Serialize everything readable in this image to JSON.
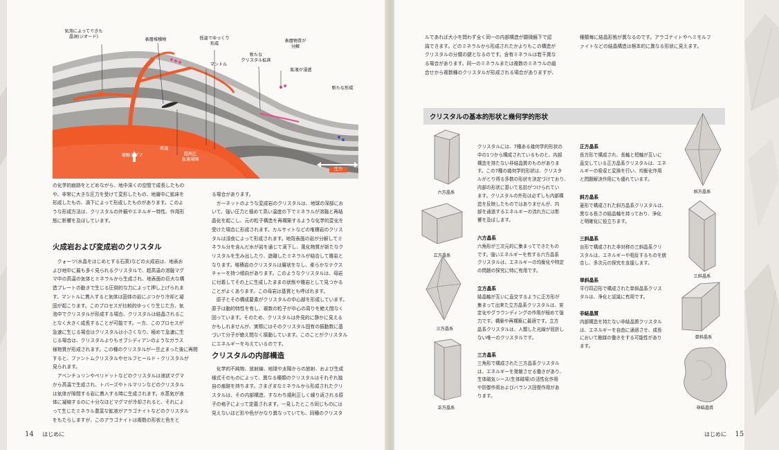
{
  "left_page": {
    "diagram": {
      "labels": {
        "geode": "気泡によってできた\n晶洞(ジオード)",
        "surface_deposit": "表層堆積物",
        "slow_cool": "低温でゆっくり\n形成",
        "surface_decomp": "表層物質が\n分解",
        "new_crystal": "新たな\nクリスタル拡床",
        "mantle": "マントル",
        "vein": "鉱液が浸透",
        "new_form": "新たな形成",
        "magma": "溶融マグマ",
        "high_temp": "高温",
        "ultra_high": "超高圧\n急速凝固",
        "pressure": "圧力"
      }
    },
    "col1_intro": "の化学的痕跡をとどめながら、地中深くの空間で成長したもの\nや、非常に大きな圧力を受けて変形したもの、地層中に鉱床を\n形成したもの、滴下によって形成したものがあります。このよ\nうな形成方法は、クリスタルの外観やエネルギー特性、作用形\n態に影響を及ぼしています。",
    "heading1": "火成岩および変成岩のクリスタル",
    "col1_body": "　クォーツ(水晶をはじめとする石英)などの火成岩は、地表お\nよび地中に最も多く見られるクリスタルで、超高温の溶融マグ\nマ中の高温の気体とミネラルから生成され、地表面の巨大な構\n造プレートの動きで生じる圧倒的な力によって押し上げられま\nす。マントルに貫入すると気体は固体の岩にぶつかり冷却と凝\n固が起こります。このプロセスが比較的ゆっくり生じた方、気\n泡中でクリスタルが形成する場合、クリスタルは結晶されるこ\nとなく大きく成長することが可能です。一方、このプロセスが\n急速に生じる場合はクリスタルは小さくなり、極めて急速に生\nじる場合は、クリスタルよりもオブシディアンのようなガラス\n様物質が形成されます。この種のクリスタルが一旦止まった後に再開\nすると、ファントムクリスタルやセルフヒールド・クリスタルが\n見られます。\n　アベンチュリンやペリドットなどのクリスタルは液状マグマ\nから高温で生成され、トパーズやトルマリンなどのクリスタル\nは気体が隙間する岩に貫入する時に生成されます。水蒸気が液\n体に凝縮するのに十分なほどマグマが冷却されると、それによ\nって生じたミネラル豊富な鉱液がアラゴナイトなどのクリスタル\nをもたらしますが、このアラゴナイトは複数の形状と色をと",
    "col2_body": "る場合があります。\n　ガーネットのような変成岩のクリスタルは、地球の深部にお\nいて、強い圧力と極めて高い温度の下でミネラルが溶融と再結\n晶化を起こし、元の粒子構造を再構築するような化学的変化を\n受けた場合に形成されます。カルサイトなどの堆積岩のクリス\nタルは浸食によって形成されます。地殻表面の岩が分解してミ\nネラル分を含んだ水が岩を通じて滴下し、風化物質が新たなク\nリスタルを生み出したり、遊離したミネラルが結合して雛岩と\nなります。堆積岩のクリスタルは層状をなし、柔らかなテクス\nチャーを持つ傾向があります。このようなクリスタルは、母岩\nに付着してその上に生成したままの状態や雛岩として見つかる\nことがよくあります。この母岩は基質とも呼ばれます。\n　原子とその構成要素がクリスタルの中心部を形成しています。\n原子は動的特性を有し、複数の粒子が中心の周りを絶え間なく\n回っています。そのため、クリスタルは外見的に静かに見える\nかもしれませんが、実際にはそのクリスタル固有の振動数に基\nづいて分子が絶え間なく振動しています。このことがクリスタル\nにエネルギーを与えているのです。",
    "heading2": "クリスタルの内部構造",
    "col2_body2": "　化学的不純物、放射線、地球や太陽からの放射、および生成\n様式そのものによって、異なる種類のクリスタルはそれぞれ独\n自の痕跡を持ちます。さまざまなミネラルから形成されたクリ\nスタルは、その内部構造、すなわち規則正しく繰り返される原\n子の格子によって定義されます。一見したところ同じものには\n見えないほど形や色がかなり異なっていても、同種のクリスタ",
    "folio_num": "14",
    "folio_label": "はじめに"
  },
  "right_page": {
    "top_col1": "ルであれば大小を問わず全く同一の内部構造が顕微鏡下で認\n識できます。どのミネラルから形成されたかよりもこの構造が\nクリスタルの分類の鍵となるのです。含有ミネラルは若干異な\nる場合があります。同一のミネラルまたは複数のミネラルの組\n合せから複数種のクリスタルが形成される場合がありますが、",
    "top_col2": "種類毎に結晶形態が異なるのです。アラゴナイトやヘミモルフ\nァイトなどの結晶構造は根本的に異なる形状に見えます。",
    "box_title": "クリスタルの基本的形状と幾何学的形状",
    "intro": "クリスタルには、7種ある幾何学的形状の\n中の1つから構成されているものと、内部\n構造を持たない非結晶質のものがありま\nす。この7種の幾何学的形状は、クリスタ\nルがとり得る多数の形状を決定づけており、\n内部の形状に基いて名前がつけられてい\nます。クリスタルの外形は必ずしも内部構\n造を反映したものではありませんが、内\n部を通過するエネルギーの流れ方には影\n響を及ぼします。",
    "systems_mid": [
      {
        "name": "六方晶系",
        "desc": "六角形が三次元的に集まってできたもの\nです。強いエネルギーを有する六方晶系\nクリスタルは、エネルギーの均衡化や特定\nの問題の探究に特に有用です。"
      },
      {
        "name": "立方晶系",
        "desc": "結晶軸が互いに直交するように正方形が\n集まって出来た立方晶系クリスタルは、安\n定化やグラウンディングの作用が極めて強\n力です。構築や再構築に最適です。立方\n晶系クリスタルは、人類した光線が屈折し\nない唯一のクリスタルです。"
      },
      {
        "name": "三方晶系",
        "desc": "三角形で構成された三方晶系クリスタル\nは、エネルギーを発散させる働きがあり、\n生体磁気シース(生体磁場)の活性化作用\nや防御作用およびバランス回復作用があ\nります。"
      }
    ],
    "systems_right": [
      {
        "name": "正方晶系",
        "desc": "長方形で構成され、長軸と短軸が互いに\n直交している正方晶系クリスタルは、エネ\nルギーの吸収と変換を行い、均衡化作用\nと問題解決作用にも優れています。"
      },
      {
        "name": "斜方晶系",
        "desc": "菱形で構成された斜方晶系クリスタルは、\n異なる長さの結晶軸を持っており、浄化\nと明確化に役立ちます。"
      },
      {
        "name": "三斜晶系",
        "desc": "台形で構成された非対称の三斜晶系クリ\nスタルは、エネルギーや相反するものを統\n合し、多次元の探究を支援します。"
      },
      {
        "name": "単斜晶系",
        "desc": "平行四辺形で構成された単斜晶系クリス\nタルは、浄化と認識に有用です。"
      },
      {
        "name": "非結晶質",
        "desc": "内部構造を持たない非結晶質クリスタル\nは、エネルギーを自由に通過させ、成長\nにおいて触媒の働きをする可能性があり\nます。"
      }
    ],
    "illus_labels": {
      "hexagonal": "六方晶系",
      "cubic": "立方晶系",
      "trigonal": "三方晶系",
      "tetragonal": "正方晶系",
      "orthorhombic": "斜方晶系",
      "triclinic": "三斜晶系",
      "monoclinic": "単斜晶系",
      "amorphous": "非結晶質"
    },
    "folio_label": "はじめに",
    "folio_num": "15"
  },
  "colors": {
    "magma": "#f05a28",
    "crystal_outline": "#7a7a7a",
    "crystal_fill": "#d3d0cc",
    "heading_box": "#dcdcdc"
  }
}
